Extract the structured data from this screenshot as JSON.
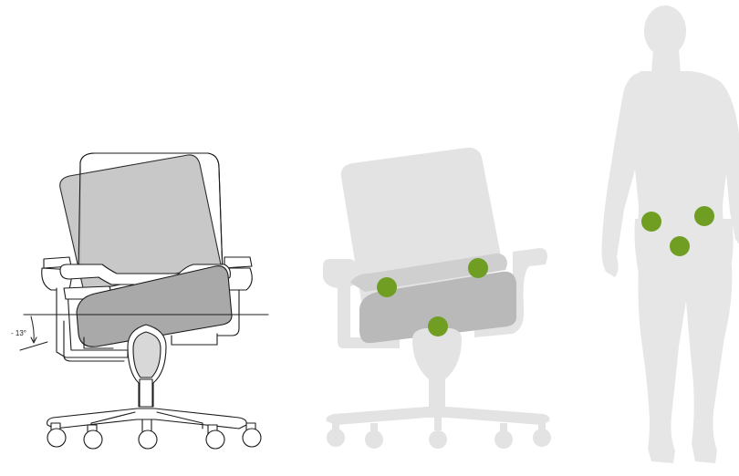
{
  "annotation": {
    "angle_label": "- 13°"
  },
  "colors": {
    "background": "#ffffff",
    "outline": "#1c1c1c",
    "seat_dark": "#a9a9a9",
    "back_light": "#c4c4c4",
    "ghost_light": "#e3e3e3",
    "ghost_mid": "#cfcfcf",
    "ghost_seat": "#b9b9b9",
    "silhouette": "#e6e6e6",
    "marker_green": "#6f9e23"
  },
  "icons": {
    "chair_line": "office-chair-line-drawing",
    "chair_ghost": "office-chair-silhouette",
    "human": "human-body-silhouette"
  },
  "markers": {
    "chair_count": 3,
    "body_count": 3
  }
}
